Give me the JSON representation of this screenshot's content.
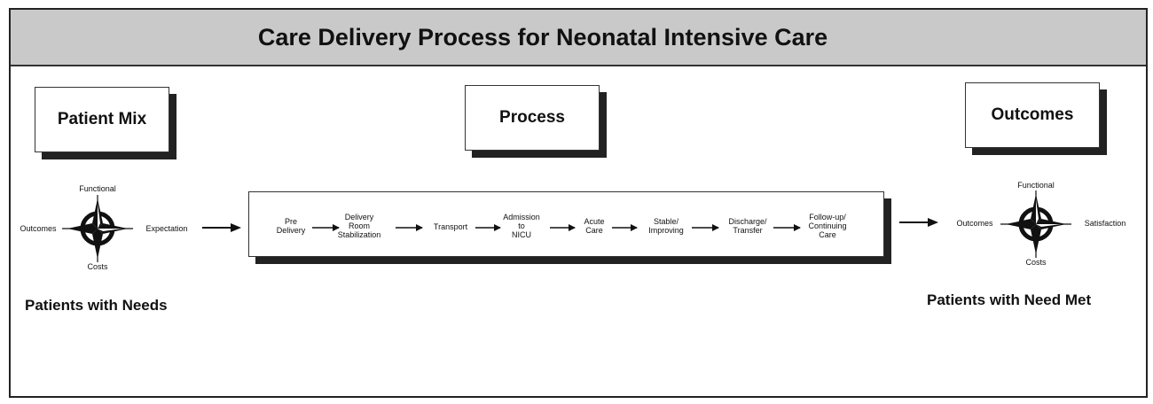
{
  "title": "Care Delivery Process for Neonatal Intensive Care",
  "headers": {
    "patient_mix": "Patient Mix",
    "process": "Process",
    "outcomes": "Outcomes"
  },
  "left_compass": {
    "top": "Functional",
    "left": "Outcomes",
    "bottom": "Costs",
    "right": "Expectation"
  },
  "right_compass": {
    "top": "Functional",
    "left": "Outcomes",
    "bottom": "Costs",
    "right": "Satisfaction"
  },
  "process_steps": [
    {
      "line1": "Pre",
      "line2": "Delivery",
      "line3": ""
    },
    {
      "line1": "Delivery",
      "line2": "Room",
      "line3": "Stabilization"
    },
    {
      "line1": "Transport",
      "line2": "",
      "line3": ""
    },
    {
      "line1": "Admission",
      "line2": "to",
      "line3": "NICU"
    },
    {
      "line1": "Acute",
      "line2": "Care",
      "line3": ""
    },
    {
      "line1": "Stable/",
      "line2": "Improving",
      "line3": ""
    },
    {
      "line1": "Discharge/",
      "line2": "Transfer",
      "line3": ""
    },
    {
      "line1": "Follow-up/",
      "line2": "Continuing",
      "line3": "Care"
    }
  ],
  "captions": {
    "left": "Patients with Needs",
    "right": "Patients with Need Met"
  }
}
